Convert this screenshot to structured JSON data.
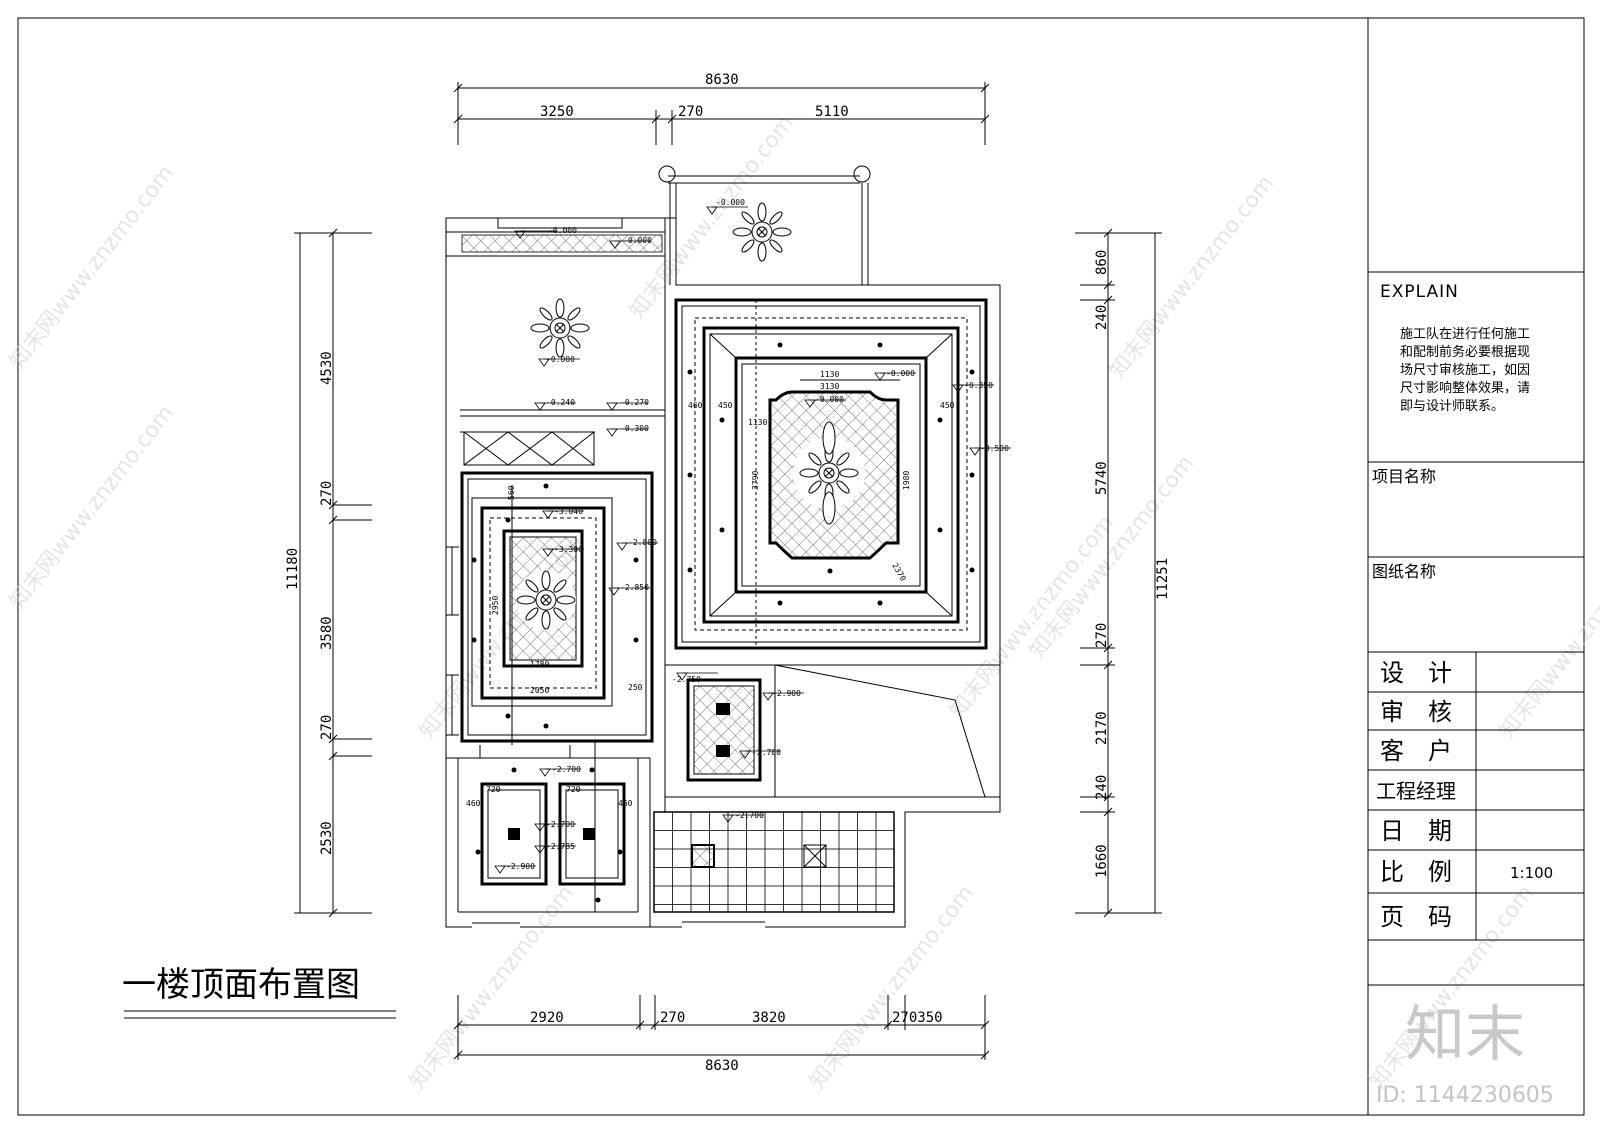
{
  "drawing_title": "一楼顶面布置图",
  "dimensions": {
    "top_total": "8630",
    "top_segments": [
      "3250",
      "270",
      "5110"
    ],
    "bottom_total": "8630",
    "bottom_segments": [
      "2920",
      "270",
      "3820",
      "270350"
    ],
    "left_total": "11180",
    "left_segments": [
      "4530",
      "270",
      "3580",
      "270",
      "2530"
    ],
    "right_total": "11251",
    "right_segments": [
      "860",
      "240",
      "5740",
      "270",
      "2170",
      "240",
      "1660"
    ]
  },
  "level_marks": {
    "balcony": "-0.000",
    "top_room": "-0.000",
    "top_strip_a": "-0.000",
    "top_strip_b": "-0.000",
    "corr_a": "-0.240",
    "corr_b": "-0.270",
    "corr_c": "-0.300",
    "living_inner": "-0.000",
    "living_right_a": "-0.350",
    "living_right_b": "-0.500",
    "dining_top": "-3.040",
    "dining_inner": "-3.300",
    "dining_right": "-2.800",
    "dining_mid": "-2.850",
    "stair_a": "-2.750",
    "stair_b": "-2.900",
    "stair_c": "-2.700",
    "bath_top": "-2.700",
    "bath_mid": "-2.700",
    "bath_b": "-2.785",
    "bath_bottom": "-2.900",
    "kitchen": "-2.700"
  },
  "inner_dims": {
    "living_top": "1130",
    "living_top2": "3130",
    "living_left": "3790",
    "living_right": "1980",
    "living_diag": "2370",
    "living_side_a": "460",
    "living_side_b": "450",
    "dining_left": "2950",
    "dining_bottom": "1780",
    "dining_bottom2": "2050",
    "dining_top": "560",
    "dining_right": "250",
    "bath_a": "720",
    "bath_b": "720",
    "bath_c": "460",
    "bath_d": "460"
  },
  "title_block": {
    "explain_heading": "EXPLAIN",
    "explain_lines": [
      "施工队在进行任何施工",
      "和配制前务必要根据现",
      "场尺寸审核施工，如因",
      "尺寸影响整体效果，请",
      "即与设计师联系。"
    ],
    "project_name_label": "项目名称",
    "drawing_name_label": "图纸名称",
    "fields": [
      {
        "label": "设　计",
        "value": ""
      },
      {
        "label": "审　核",
        "value": ""
      },
      {
        "label": "客　户",
        "value": ""
      },
      {
        "label": "工程经理",
        "value": ""
      },
      {
        "label": "日　期",
        "value": ""
      },
      {
        "label": "比　例",
        "value": "1:100"
      },
      {
        "label": "页　码",
        "value": ""
      }
    ]
  },
  "watermark": {
    "site": "知末网www.znzmo.com",
    "brand": "知末",
    "id": "ID: 1144230605"
  }
}
